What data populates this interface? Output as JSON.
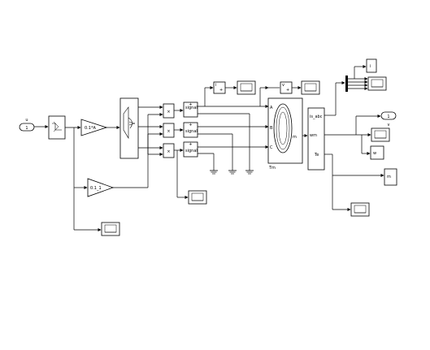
{
  "inport": {
    "name": "u",
    "number": "1"
  },
  "gains": {
    "ia": "0.1*A",
    "wr": "0.1_1"
  },
  "multiply_symbol": "×",
  "signal_blocks": [
    "signal",
    "signal",
    "signal"
  ],
  "sensor_labels": {
    "i": "i",
    "v": "v"
  },
  "machine": {
    "port_a": "A",
    "port_b": "B",
    "port_c": "C",
    "port_m": "m",
    "port_tm": "Tm"
  },
  "demux": {
    "in1": "is_abc",
    "in2": "wm",
    "in3": "Te"
  },
  "outputs": {
    "i_label": "i",
    "v_label": "v",
    "out_number": "1",
    "w_label": "w",
    "m_label": "m"
  }
}
